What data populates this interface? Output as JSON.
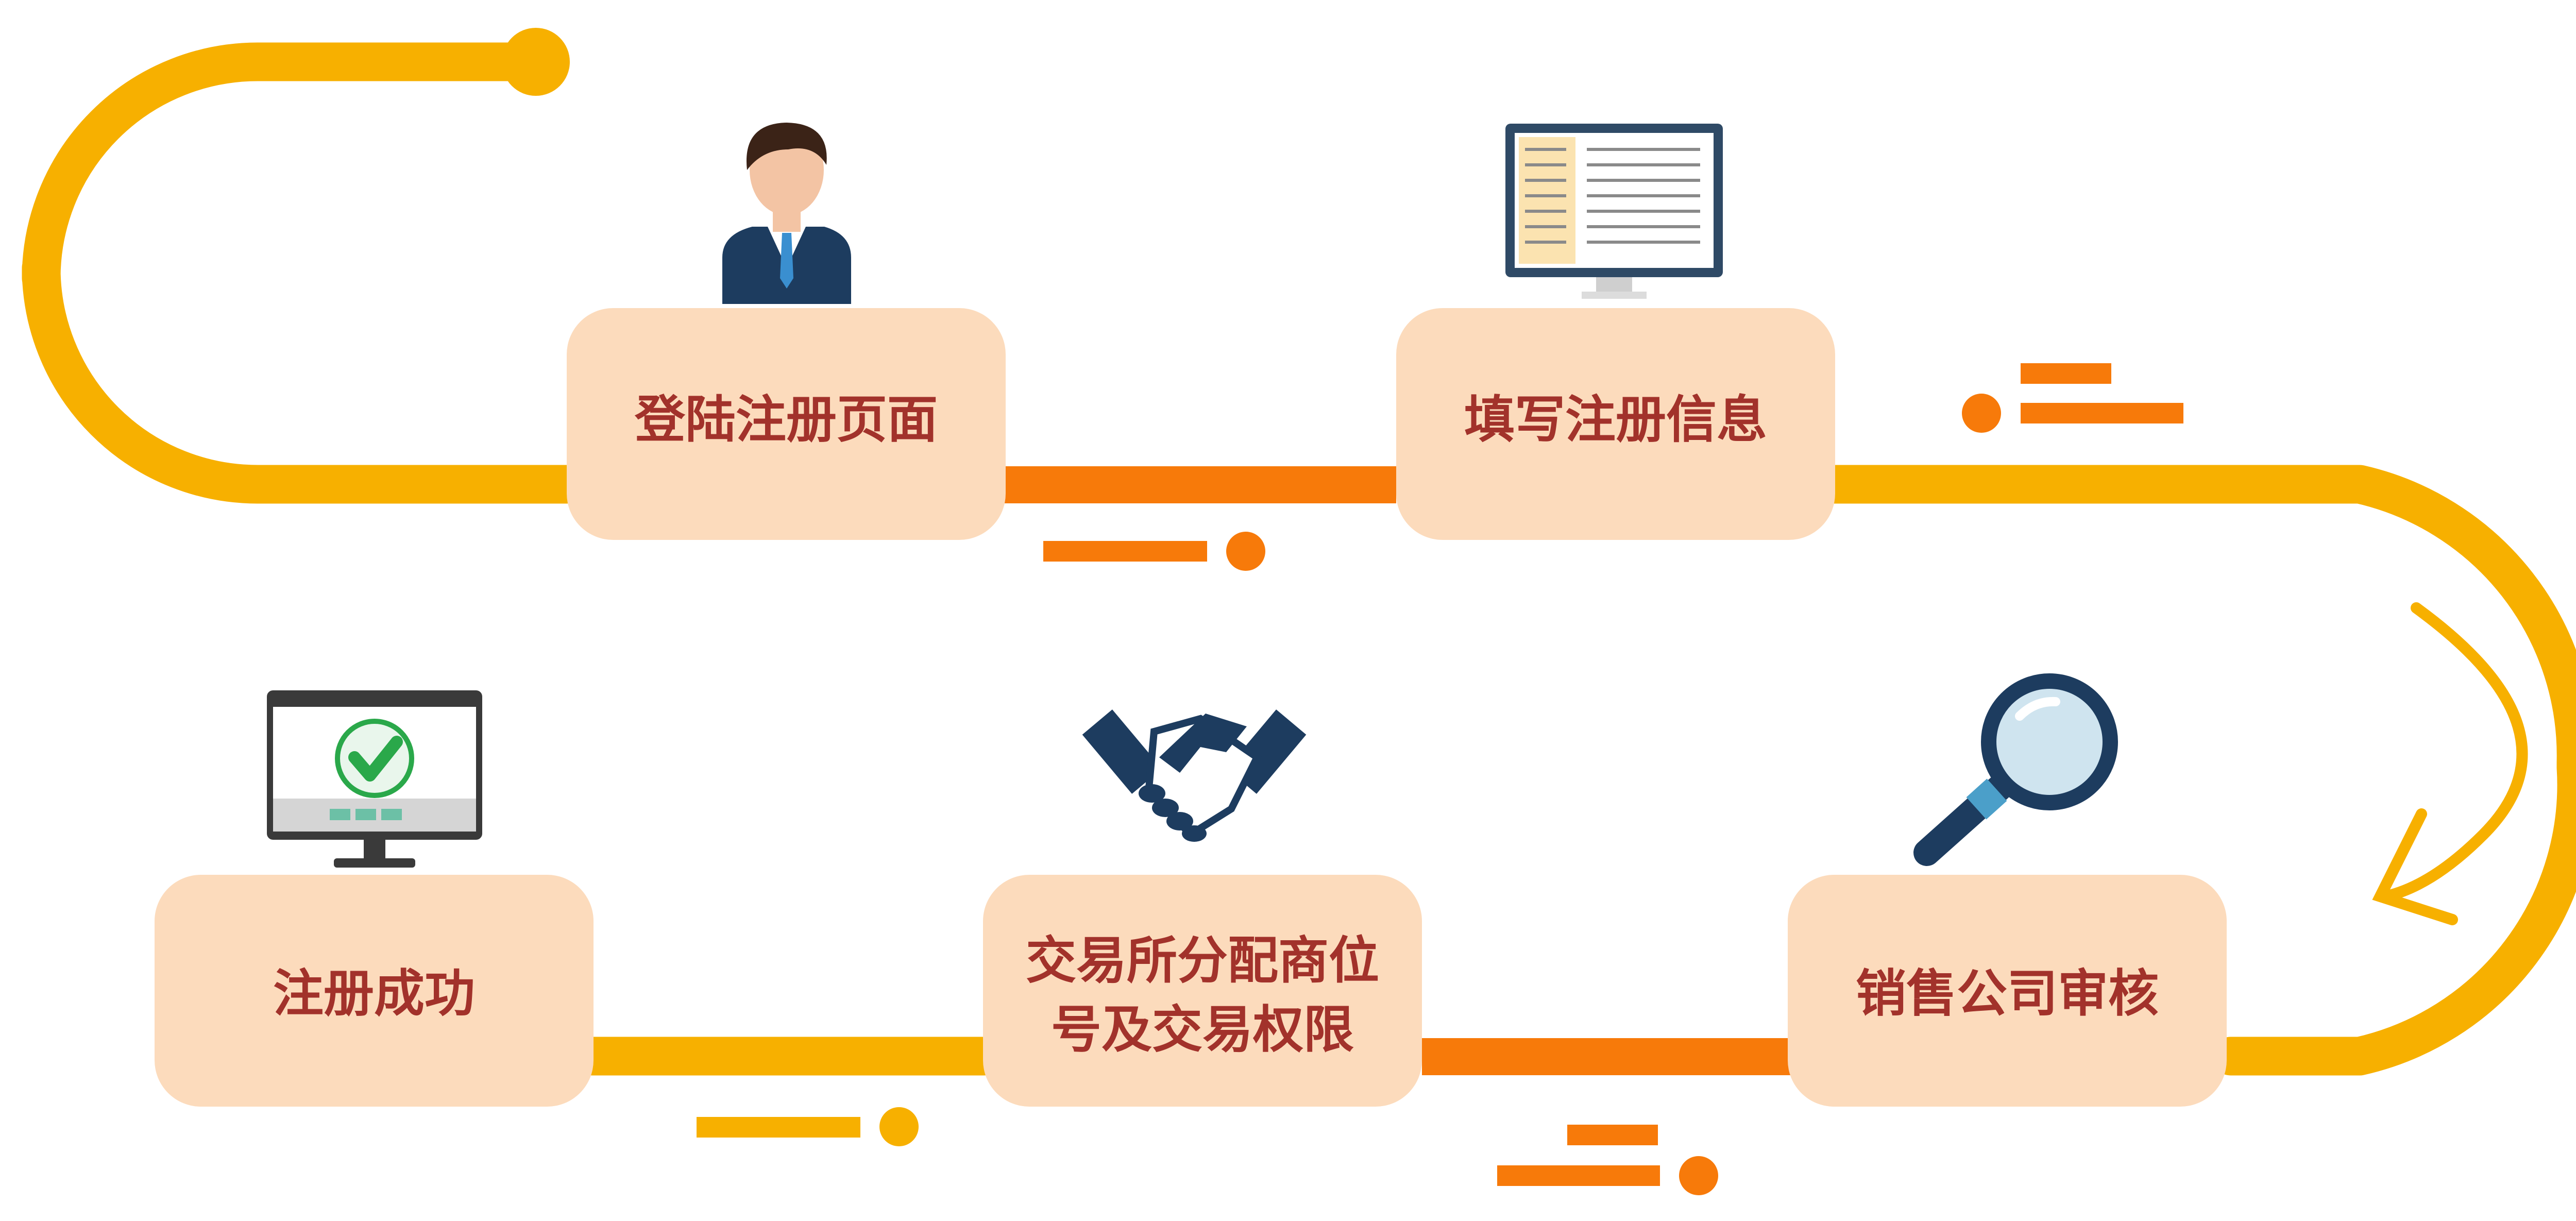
{
  "steps": [
    {
      "id": "login-page",
      "label_lines": [
        "登陆注册页面"
      ],
      "icon": "businessman-icon"
    },
    {
      "id": "fill-info",
      "label_lines": [
        "填写注册信息"
      ],
      "icon": "monitor-form-icon"
    },
    {
      "id": "company-review",
      "label_lines": [
        "销售公司审核"
      ],
      "icon": "magnifier-icon"
    },
    {
      "id": "exchange-assign",
      "label_lines": [
        "交易所分配商位",
        "号及交易权限"
      ],
      "icon": "handshake-icon"
    },
    {
      "id": "success",
      "label_lines": [
        "注册成功"
      ],
      "icon": "monitor-check-icon"
    }
  ],
  "colors": {
    "path_yellow": "#f7b000",
    "path_orange": "#f77a0a",
    "box_fill": "#fcdbbc",
    "label_text": "#a2322b",
    "icon_navy": "#1d3c5f",
    "check_green": "#2aa84a"
  },
  "decorations": [
    "loop-arrow-icon",
    "dash-accent-icons"
  ]
}
